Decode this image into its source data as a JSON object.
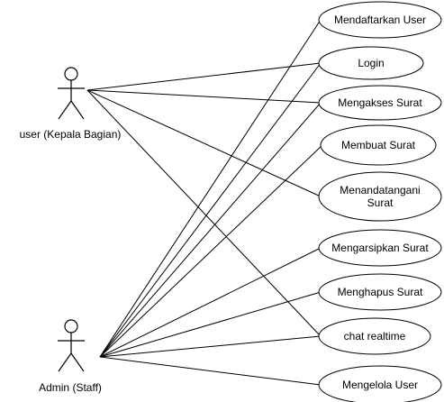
{
  "diagram": {
    "actors": [
      {
        "id": "user",
        "label": "user (Kepala Bagian)"
      },
      {
        "id": "admin",
        "label": "Admin (Staff)"
      }
    ],
    "usecases": [
      {
        "id": "uc1",
        "lines": [
          "Mendaftarkan User"
        ]
      },
      {
        "id": "uc2",
        "lines": [
          "Login"
        ]
      },
      {
        "id": "uc3",
        "lines": [
          "Mengakses Surat"
        ]
      },
      {
        "id": "uc4",
        "lines": [
          "Membuat Surat"
        ]
      },
      {
        "id": "uc5",
        "lines": [
          "Menandatangani",
          "Surat"
        ]
      },
      {
        "id": "uc6",
        "lines": [
          "Mengarsipkan Surat"
        ]
      },
      {
        "id": "uc7",
        "lines": [
          "Menghapus Surat"
        ]
      },
      {
        "id": "uc8",
        "lines": [
          "chat realtime"
        ]
      },
      {
        "id": "uc9",
        "lines": [
          "Mengelola User"
        ]
      }
    ],
    "associations": [
      {
        "from": "user",
        "to": "uc2"
      },
      {
        "from": "user",
        "to": "uc3"
      },
      {
        "from": "user",
        "to": "uc5"
      },
      {
        "from": "user",
        "to": "uc8"
      },
      {
        "from": "admin",
        "to": "uc1"
      },
      {
        "from": "admin",
        "to": "uc2"
      },
      {
        "from": "admin",
        "to": "uc3"
      },
      {
        "from": "admin",
        "to": "uc4"
      },
      {
        "from": "admin",
        "to": "uc6"
      },
      {
        "from": "admin",
        "to": "uc7"
      },
      {
        "from": "admin",
        "to": "uc8"
      },
      {
        "from": "admin",
        "to": "uc9"
      }
    ],
    "colors": {
      "stroke": "#000000",
      "fill": "#ffffff",
      "text": "#000000"
    }
  }
}
